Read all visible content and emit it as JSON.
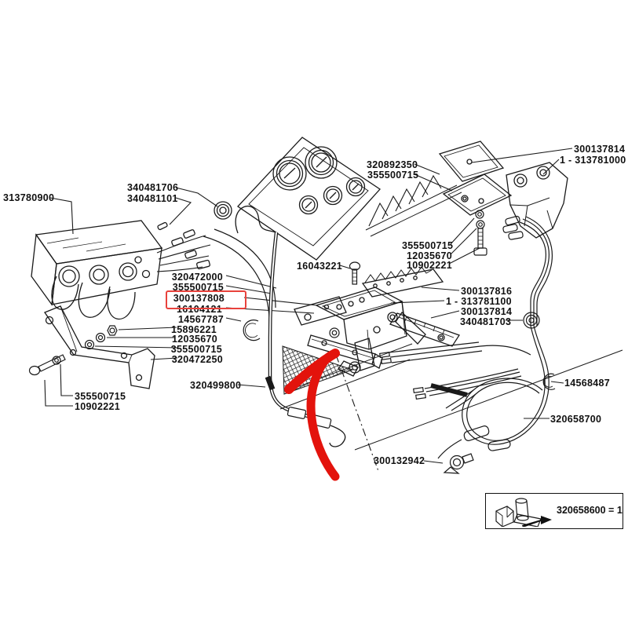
{
  "diagram": {
    "type": "exploded-parts-diagram",
    "highlight": {
      "boxed_label": "300137808",
      "arrow_color": "#e3130c",
      "box_color": "#e8423c"
    },
    "colors": {
      "line": "#1a1a1a",
      "background": "#ffffff"
    },
    "legend": {
      "text": "320658600 = 1"
    },
    "labels": [
      {
        "text": "313780900"
      },
      {
        "text": "340481706"
      },
      {
        "text": "340481101"
      },
      {
        "text": "320472000"
      },
      {
        "text": "355500715"
      },
      {
        "text": "300137808"
      },
      {
        "text": "16104121"
      },
      {
        "text": "14567787"
      },
      {
        "text": "15896221"
      },
      {
        "text": "12035670"
      },
      {
        "text": "355500715"
      },
      {
        "text": "320472250"
      },
      {
        "text": "320892350"
      },
      {
        "text": "355500715"
      },
      {
        "text": "300137814"
      },
      {
        "text": "1 - 313781000"
      },
      {
        "text": "355500715"
      },
      {
        "text": "12035670"
      },
      {
        "text": "10902221"
      },
      {
        "text": "16043221"
      },
      {
        "text": "300137816"
      },
      {
        "text": "1 - 313781100"
      },
      {
        "text": "300137814"
      },
      {
        "text": "340481703"
      },
      {
        "text": "320499800"
      },
      {
        "text": "355500715"
      },
      {
        "text": "10902221"
      },
      {
        "text": "300132942"
      },
      {
        "text": "14568487"
      },
      {
        "text": "320658700"
      }
    ]
  }
}
